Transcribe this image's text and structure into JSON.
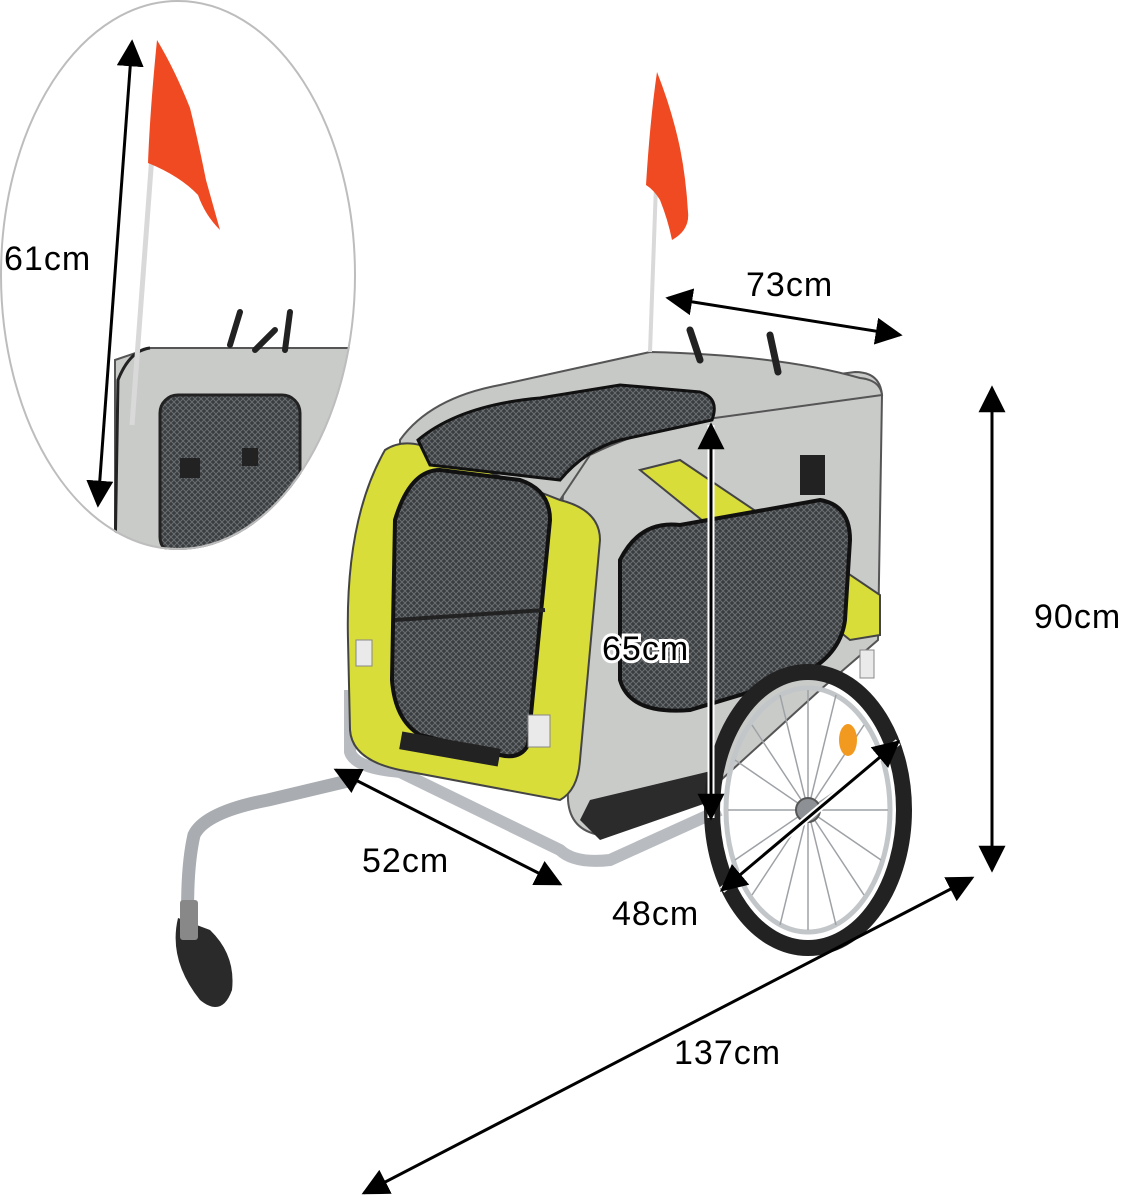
{
  "dimensions": {
    "flag_height": "61cm",
    "top_width": "73cm",
    "total_height": "90cm",
    "cabin_height": "65cm",
    "wheel_diameter": "48cm",
    "cabin_width": "52cm",
    "total_length": "137cm"
  },
  "colors": {
    "body_yellow": "#d8dd3a",
    "body_grey": "#c9cbc9",
    "flag_red": "#f04a22",
    "frame_silver": "#b8bcc0"
  }
}
